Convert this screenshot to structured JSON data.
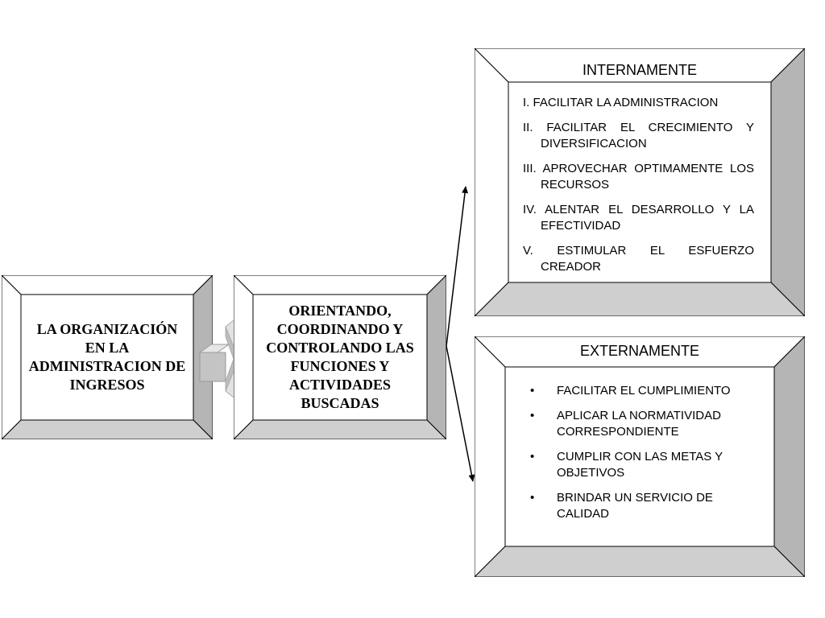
{
  "left_box": {
    "text": "LA ORGANIZACIÓN EN LA ADMINISTRACION DE INGRESOS"
  },
  "middle_box": {
    "text": "ORIENTANDO, COORDINANDO Y CONTROLANDO LAS FUNCIONES Y ACTIVIDADES BUSCADAS"
  },
  "internal_box": {
    "title": "INTERNAMENTE",
    "items": [
      "I. FACILITAR LA ADMINISTRACION",
      "II. FACILITAR EL CRECIMIENTO Y DIVERSIFICACION",
      "III. APROVECHAR OPTIMAMENTE LOS RECURSOS",
      "IV. ALENTAR EL DESARROLLO Y LA EFECTIVIDAD",
      "V. ESTIMULAR EL ESFUERZO CREADOR"
    ]
  },
  "external_box": {
    "title": "EXTERNAMENTE",
    "bullet": "•",
    "items": [
      "FACILITAR EL CUMPLIMIENTO",
      "APLICAR LA NORMATIVIDAD CORRESPONDIENTE",
      "CUMPLIR CON LAS METAS Y OBJETIVOS",
      "BRINDAR UN SERVICIO DE CALIDAD"
    ]
  },
  "colors": {
    "bevel_top": "#ffffff",
    "bevel_left": "#ffffff",
    "bevel_right": "#b5b5b5",
    "bevel_bottom": "#cfcfcf",
    "outline": "#000000",
    "connector_arrow": "#c8c8c8"
  },
  "icons": {
    "connector": "chevron-arrow-icon"
  }
}
